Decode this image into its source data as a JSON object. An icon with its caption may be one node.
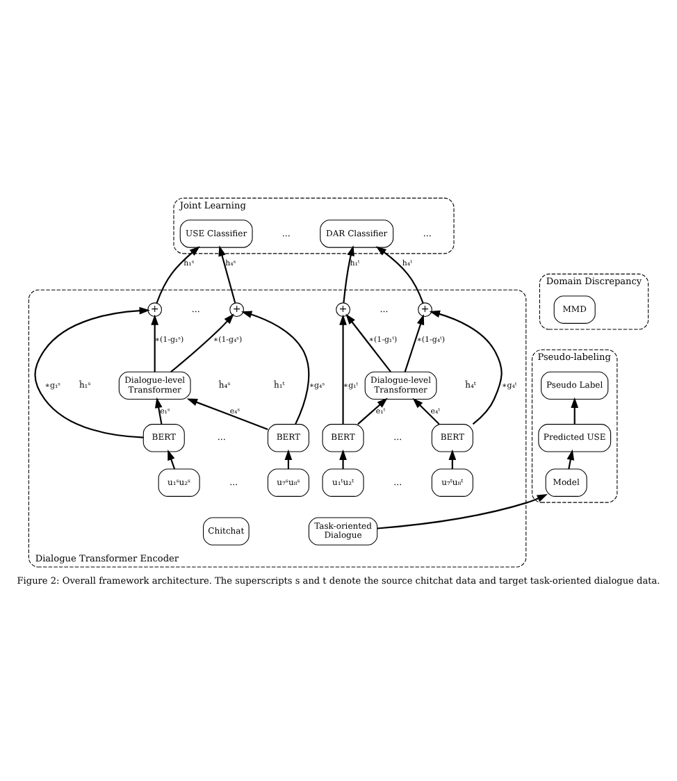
{
  "diagram": {
    "caption": "Figure 2: Overall framework architecture. The superscripts s and t denote the source chitchat data and target task-oriented dialogue data.",
    "nodes": [
      {
        "text": [
          "Joint Learning"
        ]
      },
      {
        "text": [
          "USE Classifier"
        ],
        "in": 0
      },
      {
        "text": [
          "DAR Classifier"
        ],
        "in": 0
      },
      {
        "text": [
          "Domain Discrepancy"
        ]
      },
      {
        "text": [
          "MMD"
        ],
        "in": 3
      },
      {
        "text": [
          "Dialogue Transformer Encoder"
        ]
      },
      {
        "text": [
          "+"
        ],
        "in": 5
      },
      {
        "text": [
          "+"
        ],
        "in": 5
      },
      {
        "text": [
          "+"
        ],
        "in": 5
      },
      {
        "text": [
          "+"
        ],
        "in": 5
      },
      {
        "text": [
          "Dialogue-level Transformer"
        ],
        "in": 5
      },
      {
        "text": [
          "Dialogue-level Transformer"
        ],
        "in": 5
      },
      {
        "text": [
          "BERT"
        ],
        "in": 5
      },
      {
        "text": [
          "BERT"
        ],
        "in": 5
      },
      {
        "text": [
          "BERT"
        ],
        "in": 5
      },
      {
        "text": [
          "BERT"
        ],
        "in": 5
      },
      {
        "text": [
          "u₁ˢu₂ˢ"
        ],
        "in": 5
      },
      {
        "text": [
          "u₇ˢu₈ˢ"
        ],
        "in": 5
      },
      {
        "text": [
          "u₁ᵗu₂ᵗ"
        ],
        "in": 5
      },
      {
        "text": [
          "u₇ᵗu₈ᵗ"
        ],
        "in": 5
      },
      {
        "text": [
          "Chitchat"
        ],
        "in": 5
      },
      {
        "text": [
          "Task-oriented Dialogue"
        ],
        "in": 5
      },
      {
        "text": [
          "Pseudo-labeling"
        ]
      },
      {
        "text": [
          "Pseudo Label"
        ],
        "in": 22
      },
      {
        "text": [
          "Predicted USE"
        ],
        "in": 22
      },
      {
        "text": [
          "Model"
        ],
        "in": 22
      }
    ],
    "edges": [
      {
        "from": 16,
        "to": 12,
        "arrow": "to"
      },
      {
        "from": 17,
        "to": 13,
        "arrow": "to"
      },
      {
        "from": 18,
        "to": 14,
        "arrow": "to"
      },
      {
        "from": 19,
        "to": 15,
        "arrow": "to"
      },
      {
        "from": 12,
        "to": 10,
        "arrow": "to",
        "label": "e₁ˢ"
      },
      {
        "from": 13,
        "to": 10,
        "arrow": "to",
        "label": "e₄ˢ"
      },
      {
        "from": 14,
        "to": 11,
        "arrow": "to",
        "label": "e₁ᵗ"
      },
      {
        "from": 15,
        "to": 11,
        "arrow": "to",
        "label": "e₄ᵗ"
      },
      {
        "from": 12,
        "to": 6,
        "arrow": "to",
        "label": "∗g₁ˢ"
      },
      {
        "from": 13,
        "to": 7,
        "arrow": "to",
        "label": "∗g₄ˢ"
      },
      {
        "from": 14,
        "to": 8,
        "arrow": "to",
        "label": "∗g₁ᵗ"
      },
      {
        "from": 15,
        "to": 9,
        "arrow": "to",
        "label": "∗g₄ᵗ"
      },
      {
        "from": 10,
        "to": 6,
        "arrow": "to",
        "label": "∗(1-g₁ˢ)"
      },
      {
        "from": 10,
        "to": 7,
        "arrow": "to",
        "label": "∗(1-g₄ˢ)"
      },
      {
        "from": 11,
        "to": 8,
        "arrow": "to",
        "label": "∗(1-g₁ᵗ)"
      },
      {
        "from": 11,
        "to": 9,
        "arrow": "to",
        "label": "∗(1-g₄ᵗ)"
      },
      {
        "from": 6,
        "to": 1,
        "arrow": "to",
        "label": "h₁ˢ"
      },
      {
        "from": 7,
        "to": 1,
        "arrow": "to",
        "label": "h₄ˢ"
      },
      {
        "from": 8,
        "to": 2,
        "arrow": "to",
        "label": "h₁ᵗ"
      },
      {
        "from": 9,
        "to": 2,
        "arrow": "to",
        "label": "h₄ᵗ"
      },
      {
        "from": 21,
        "to": 25,
        "arrow": "to"
      },
      {
        "from": 25,
        "to": 24,
        "arrow": "to"
      },
      {
        "from": 24,
        "to": 23,
        "arrow": "to"
      }
    ],
    "labels": [
      "…",
      "…",
      "…",
      "…",
      "ĥ₁ˢ",
      "ĥ₄ˢ",
      "ĥ₁ᵗ",
      "ĥ₄ᵗ",
      "…",
      "…",
      "…",
      "…"
    ]
  }
}
